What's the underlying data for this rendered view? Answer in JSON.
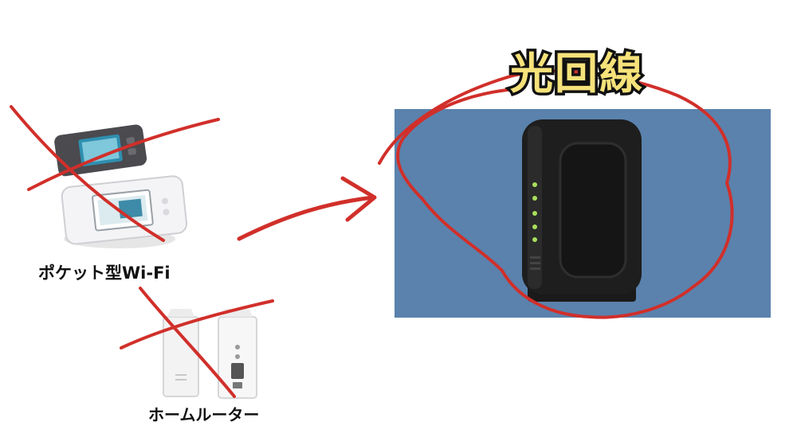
{
  "labels": {
    "pocket_wifi": "ポケット型Wi-Fi",
    "home_router": "ホームルーター",
    "hikari": "光回線"
  },
  "colors": {
    "panel_blue": "#5a82ad",
    "marker_red": "#d12f2a",
    "title_yellow": "#f6e27a",
    "outline_black": "#111111"
  },
  "icons": {
    "pocket_wifi": "pocket-wifi-router-icon",
    "home_router": "home-router-icon",
    "fiber_router": "fiber-optic-router-icon"
  }
}
